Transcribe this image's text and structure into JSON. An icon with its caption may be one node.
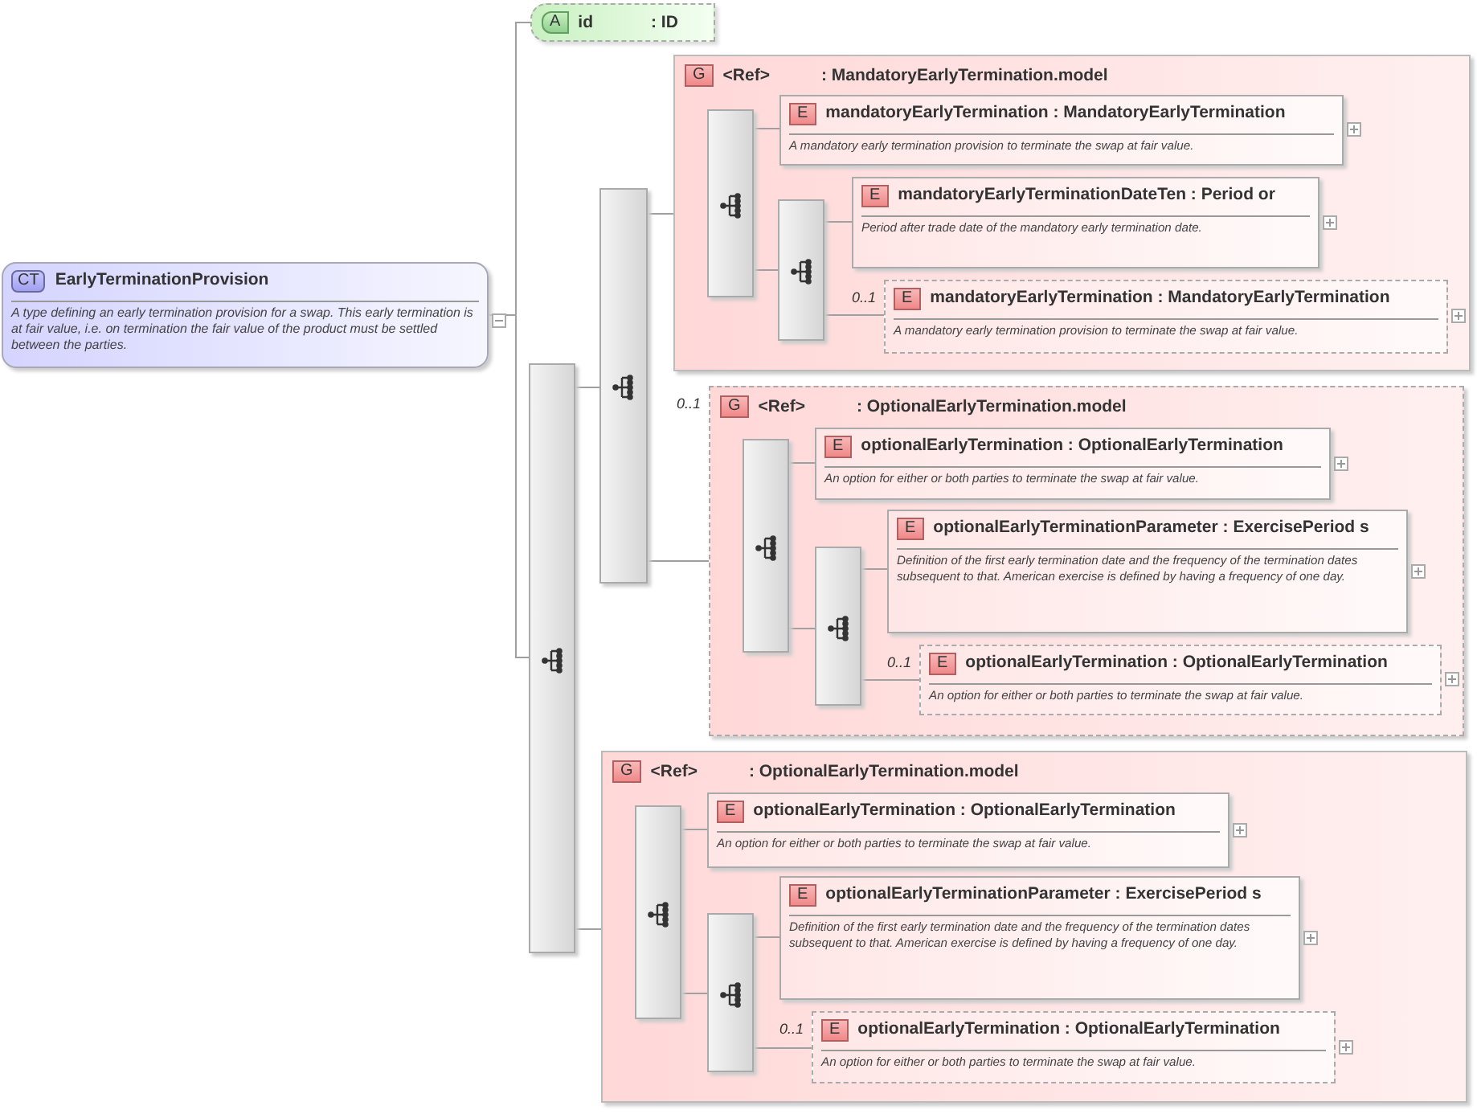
{
  "diagram": {
    "nodes": [
      {
        "text": [
          "CT",
          "EarlyTerminationProvision",
          "A type defining an early termination provision for a swap. This early termination is at fair value, i.e. on termination the fair value of the product must be settled between the parties."
        ]
      },
      {
        "text": [
          "A",
          "id",
          ": ID"
        ]
      },
      {
        "text": [],
        "shape": "bar"
      },
      {
        "text": [],
        "shape": "bar"
      },
      {
        "text": [
          "G",
          "<Ref>",
          ": MandatoryEarlyTermination.model"
        ]
      },
      {
        "text": [],
        "shape": "bar",
        "in": 4
      },
      {
        "text": [
          "E",
          "mandatoryEarlyTermination : MandatoryEarlyTermination",
          "A mandatory early termination provision to terminate the swap at fair value."
        ],
        "in": 4
      },
      {
        "text": [],
        "shape": "bar",
        "in": 4
      },
      {
        "text": [
          "E",
          "mandatoryEarlyTerminationDateTen : Period or",
          "Period after trade date of the mandatory early termination date."
        ],
        "in": 4
      },
      {
        "text": [
          "E",
          "mandatoryEarlyTermination : MandatoryEarlyTermination",
          "A mandatory early termination provision to terminate the swap at fair value."
        ],
        "beside": [
          "0..1"
        ],
        "in": 4
      },
      {
        "text": [
          "G",
          "<Ref>",
          ": OptionalEarlyTermination.model"
        ],
        "beside": [
          "0..1"
        ]
      },
      {
        "text": [],
        "shape": "bar",
        "in": 10
      },
      {
        "text": [
          "E",
          "optionalEarlyTermination : OptionalEarlyTermination",
          "An option for either or both parties to terminate the swap at fair value."
        ],
        "in": 10
      },
      {
        "text": [],
        "shape": "bar",
        "in": 10
      },
      {
        "text": [
          "E",
          "optionalEarlyTerminationParameter : ExercisePeriod s",
          "Definition of the first early termination date and the frequency of the termination dates subsequent to that. American exercise is defined by having a frequency of one day."
        ],
        "in": 10
      },
      {
        "text": [
          "E",
          "optionalEarlyTermination : OptionalEarlyTermination",
          "An option for either or both parties to terminate the swap at fair value."
        ],
        "beside": [
          "0..1"
        ],
        "in": 10
      },
      {
        "text": [
          "G",
          "<Ref>",
          ": OptionalEarlyTermination.model"
        ]
      },
      {
        "text": [],
        "shape": "bar",
        "in": 16
      },
      {
        "text": [
          "E",
          "optionalEarlyTermination : OptionalEarlyTermination",
          "An option for either or both parties to terminate the swap at fair value."
        ],
        "in": 16
      },
      {
        "text": [],
        "shape": "bar",
        "in": 16
      },
      {
        "text": [
          "E",
          "optionalEarlyTerminationParameter : ExercisePeriod s",
          "Definition of the first early termination date and the frequency of the termination dates subsequent to that. American exercise is defined by having a frequency of one day."
        ],
        "in": 16
      },
      {
        "text": [
          "E",
          "optionalEarlyTermination : OptionalEarlyTermination",
          "An option for either or both parties to terminate the swap at fair value."
        ],
        "beside": [
          "0..1"
        ],
        "in": 16
      }
    ],
    "edges": [
      {
        "from": 0,
        "to": 1,
        "arrow": "none"
      },
      {
        "from": 0,
        "to": 2,
        "arrow": "none"
      },
      {
        "from": 2,
        "to": 3,
        "arrow": "none"
      },
      {
        "from": 2,
        "to": 16,
        "arrow": "none"
      },
      {
        "from": 3,
        "to": 4,
        "arrow": "none"
      },
      {
        "from": 3,
        "to": 10,
        "arrow": "none"
      },
      {
        "from": 5,
        "to": 6,
        "arrow": "none"
      },
      {
        "from": 5,
        "to": 7,
        "arrow": "none"
      },
      {
        "from": 7,
        "to": 8,
        "arrow": "none"
      },
      {
        "from": 7,
        "to": 9,
        "arrow": "none"
      },
      {
        "from": 11,
        "to": 12,
        "arrow": "none"
      },
      {
        "from": 11,
        "to": 13,
        "arrow": "none"
      },
      {
        "from": 13,
        "to": 14,
        "arrow": "none"
      },
      {
        "from": 13,
        "to": 15,
        "arrow": "none"
      },
      {
        "from": 17,
        "to": 18,
        "arrow": "none"
      },
      {
        "from": 17,
        "to": 19,
        "arrow": "none"
      },
      {
        "from": 19,
        "to": 20,
        "arrow": "none"
      },
      {
        "from": 19,
        "to": 21,
        "arrow": "none"
      }
    ]
  }
}
